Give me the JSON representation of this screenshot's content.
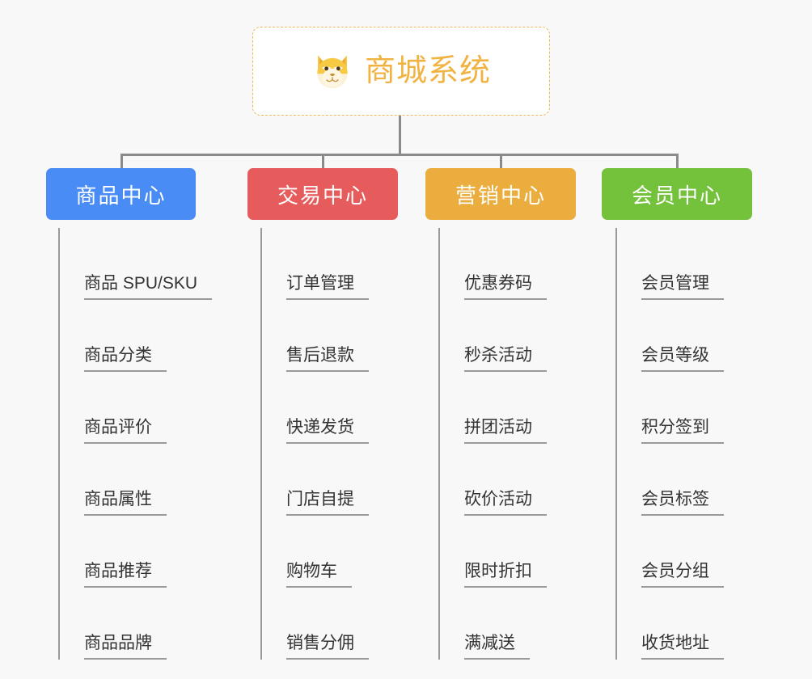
{
  "root": {
    "label": "商城系统",
    "icon": "shiba-dog-face-icon",
    "text_color": "#f0b341",
    "border_color": "#f0b75a",
    "background": "#ffffff"
  },
  "canvas": {
    "background": "#f8f8f8",
    "connector_color": "#8a8a8a"
  },
  "categories": [
    {
      "label": "商品中心",
      "color": "#4a8cf5",
      "items": [
        "商品 SPU/SKU",
        "商品分类",
        "商品评价",
        "商品属性",
        "商品推荐",
        "商品品牌"
      ]
    },
    {
      "label": "交易中心",
      "color": "#e65c5c",
      "items": [
        "订单管理",
        "售后退款",
        "快递发货",
        "门店自提",
        "购物车",
        "销售分佣"
      ]
    },
    {
      "label": "营销中心",
      "color": "#eaad3e",
      "items": [
        "优惠券码",
        "秒杀活动",
        "拼团活动",
        "砍价活动",
        "限时折扣",
        "满减送"
      ]
    },
    {
      "label": "会员中心",
      "color": "#74c13c",
      "items": [
        "会员管理",
        "会员等级",
        "积分签到",
        "会员标签",
        "会员分组",
        "收货地址"
      ]
    }
  ]
}
